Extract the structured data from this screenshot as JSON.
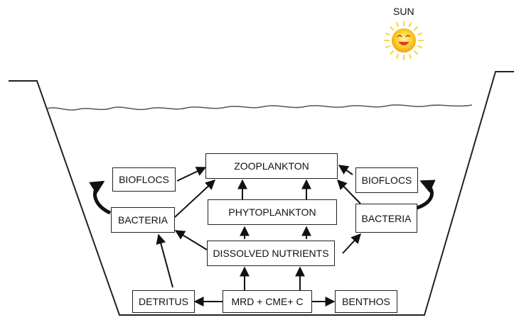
{
  "sun": {
    "label": "SUN",
    "icon": "smiling-sun-icon",
    "color": "#f7c21a"
  },
  "nodes": {
    "zooplankton": "ZOOPLANKTON",
    "phytoplankton": "PHYTOPLANKTON",
    "dissolved_nutrients": "DISSOLVED NUTRIENTS",
    "mrd": "MRD + CME+ C",
    "bioflocs_left": "BIOFLOCS",
    "bacteria_left": "BACTERIA",
    "bioflocs_right": "BIOFLOCS",
    "bacteria_right": "BACTERIA",
    "detritus": "DETRITUS",
    "benthos": "BENTHOS"
  }
}
